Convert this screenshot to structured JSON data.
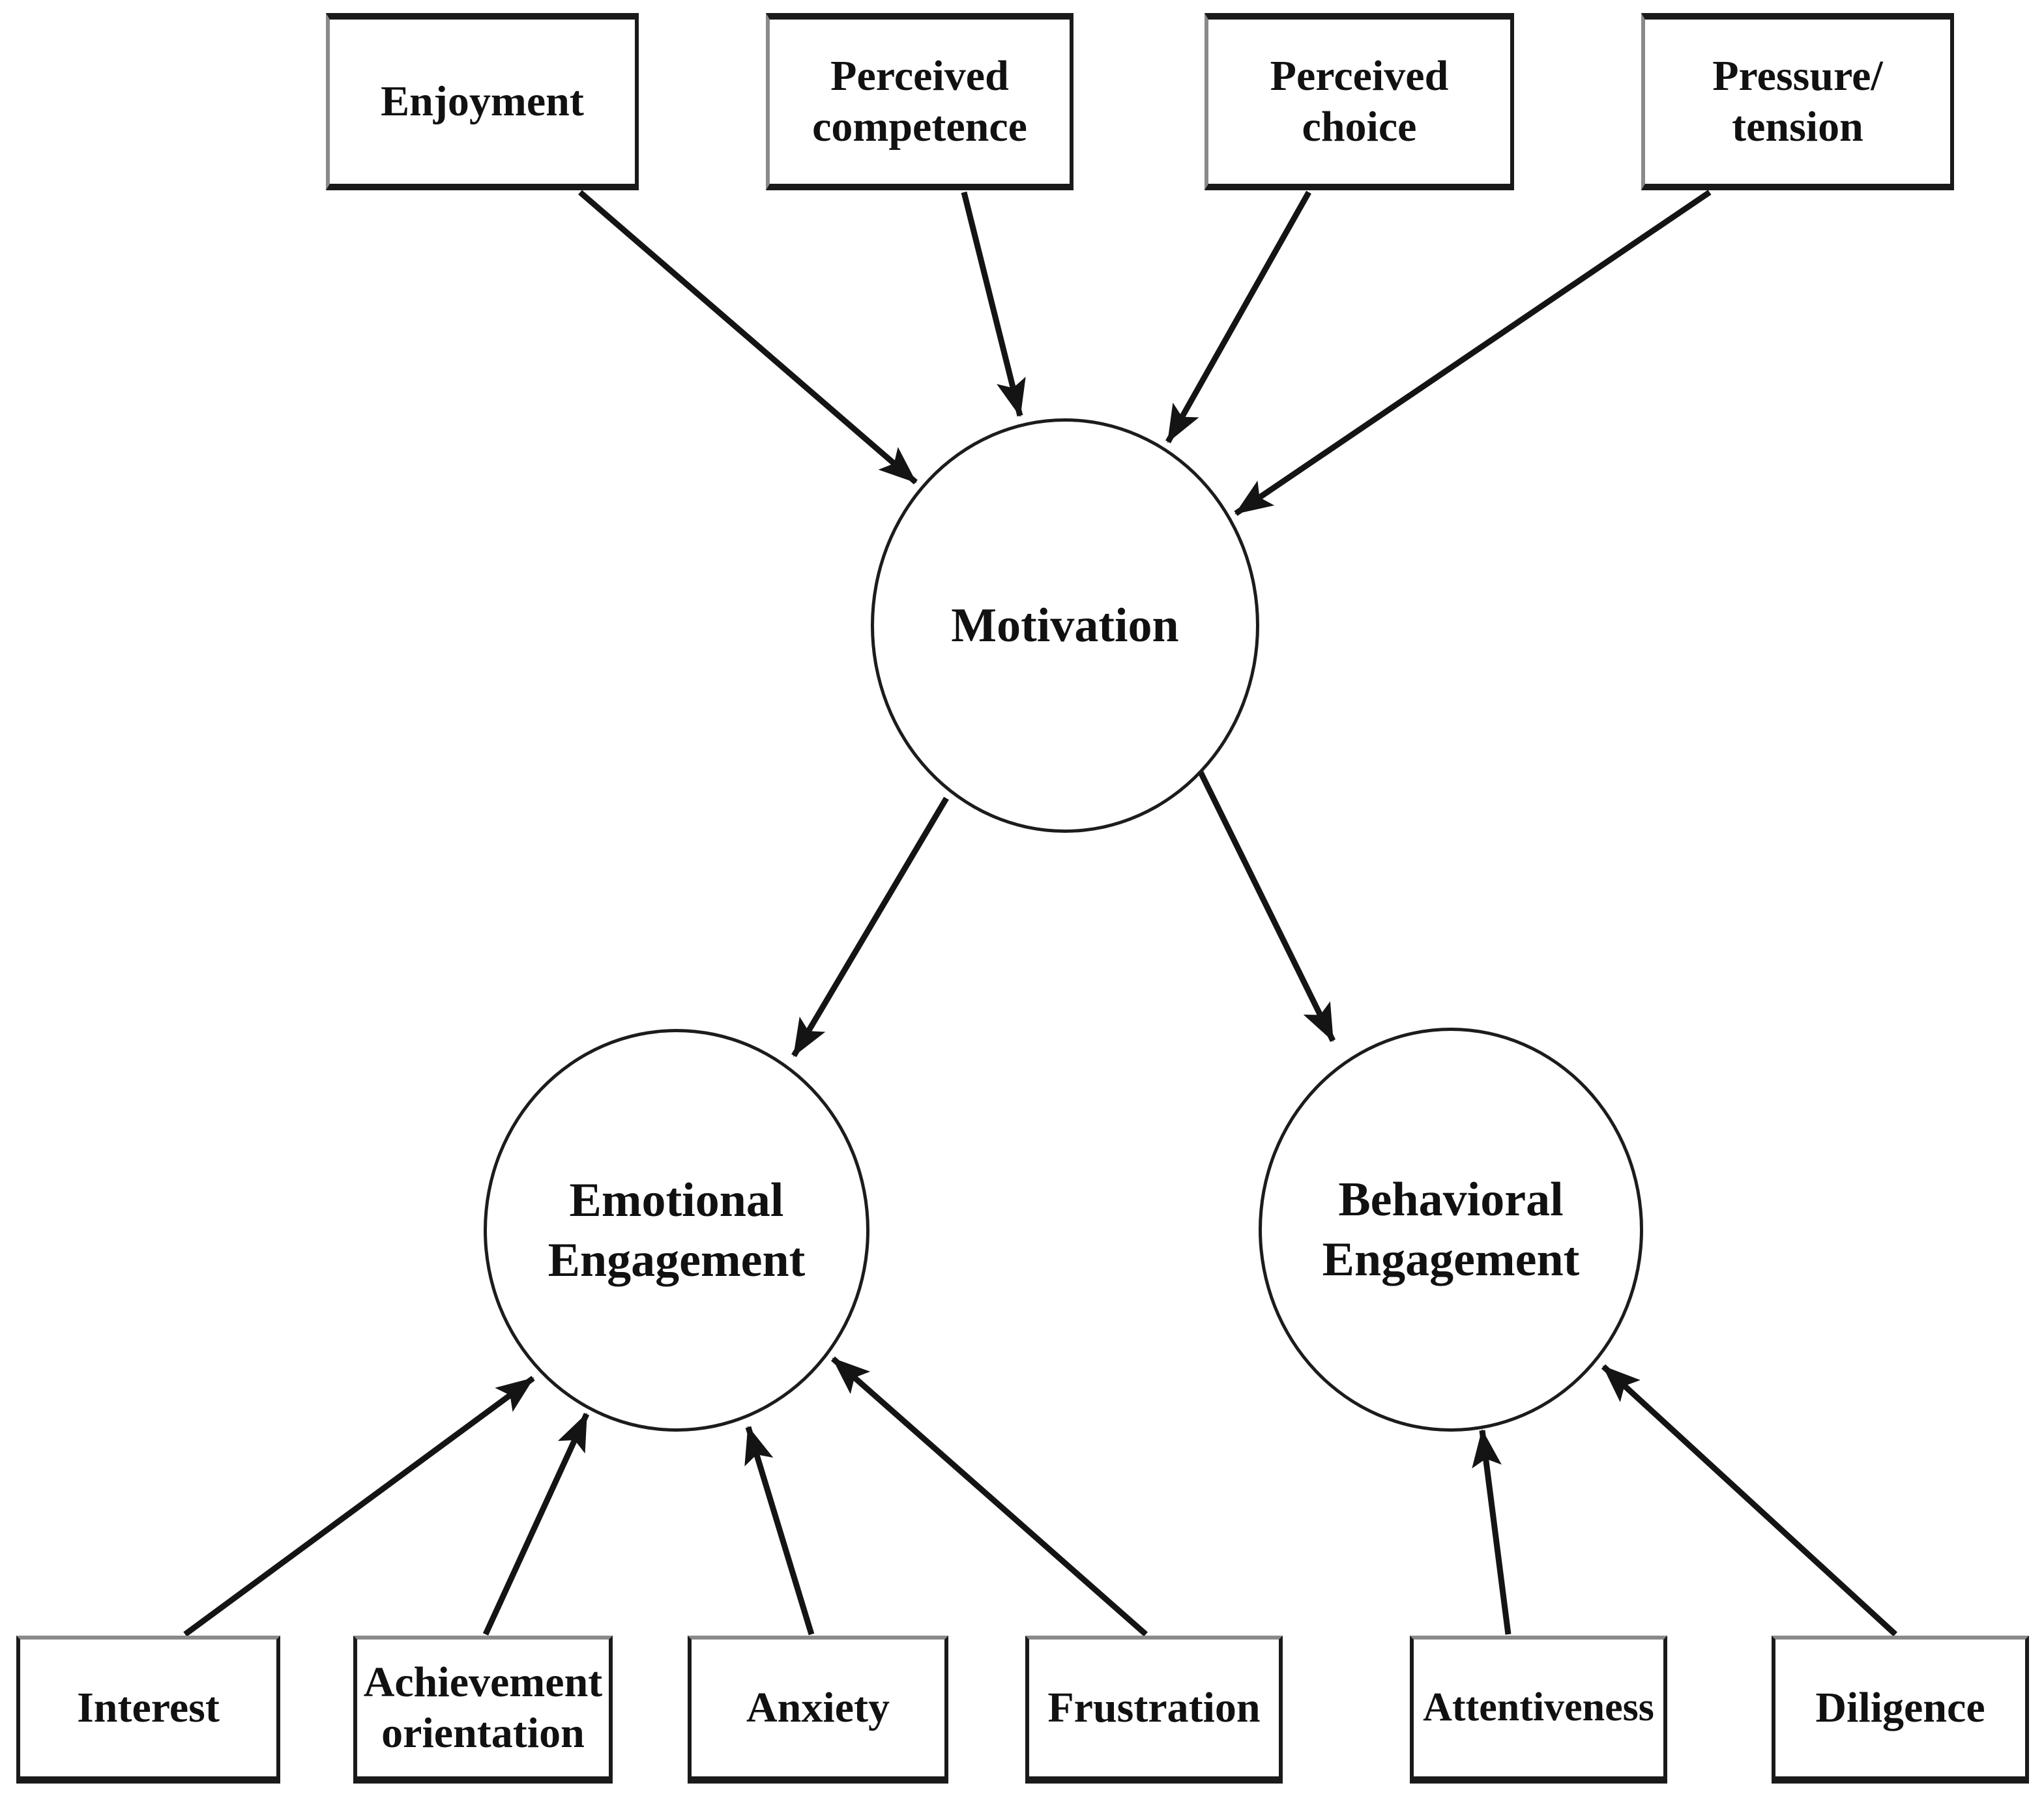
{
  "diagram": {
    "type": "path-model",
    "background": "#ffffff",
    "stroke_color": "#141414",
    "text_color": "#111111",
    "nodes": {
      "enjoyment": {
        "shape": "rect",
        "lines": [
          "Enjoyment"
        ]
      },
      "perceived_competence": {
        "shape": "rect",
        "lines": [
          "Perceived",
          "competence"
        ]
      },
      "perceived_choice": {
        "shape": "rect",
        "lines": [
          "Perceived",
          "choice"
        ]
      },
      "pressure_tension": {
        "shape": "rect",
        "lines": [
          "Pressure/",
          "tension"
        ]
      },
      "motivation": {
        "shape": "ellipse",
        "lines": [
          "Motivation"
        ]
      },
      "emotional_engagement": {
        "shape": "ellipse",
        "lines": [
          "Emotional",
          "Engagement"
        ]
      },
      "behavioral_engagement": {
        "shape": "ellipse",
        "lines": [
          "Behavioral",
          "Engagement"
        ]
      },
      "interest": {
        "shape": "rect",
        "lines": [
          "Interest"
        ]
      },
      "achievement_orientation": {
        "shape": "rect",
        "lines": [
          "Achievement",
          "orientation"
        ]
      },
      "anxiety": {
        "shape": "rect",
        "lines": [
          "Anxiety"
        ]
      },
      "frustration": {
        "shape": "rect",
        "lines": [
          "Frustration"
        ]
      },
      "attentiveness": {
        "shape": "rect",
        "lines": [
          "Attentiveness"
        ]
      },
      "diligence": {
        "shape": "rect",
        "lines": [
          "Diligence"
        ]
      }
    },
    "edges": [
      {
        "from": "enjoyment",
        "to": "motivation"
      },
      {
        "from": "perceived_competence",
        "to": "motivation"
      },
      {
        "from": "perceived_choice",
        "to": "motivation"
      },
      {
        "from": "pressure_tension",
        "to": "motivation"
      },
      {
        "from": "motivation",
        "to": "emotional_engagement"
      },
      {
        "from": "motivation",
        "to": "behavioral_engagement"
      },
      {
        "from": "interest",
        "to": "emotional_engagement"
      },
      {
        "from": "achievement_orientation",
        "to": "emotional_engagement"
      },
      {
        "from": "anxiety",
        "to": "emotional_engagement"
      },
      {
        "from": "frustration",
        "to": "emotional_engagement"
      },
      {
        "from": "attentiveness",
        "to": "behavioral_engagement"
      },
      {
        "from": "diligence",
        "to": "behavioral_engagement"
      }
    ]
  }
}
